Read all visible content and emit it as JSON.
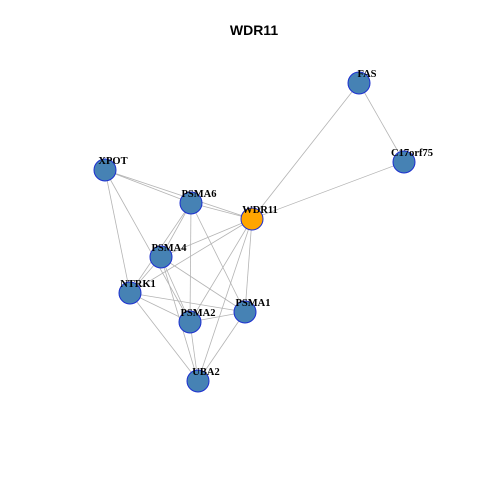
{
  "title": "WDR11",
  "colors": {
    "node_fill": "#4682b4",
    "focus_fill": "#ffa500",
    "node_stroke": "#1c2fd0",
    "edge": "#b4b4b4"
  },
  "nodes": [
    {
      "id": "FAS",
      "label": "FAS",
      "focus": false
    },
    {
      "id": "C17orf75",
      "label": "C17orf75",
      "focus": false
    },
    {
      "id": "XPOT",
      "label": "XPOT",
      "focus": false
    },
    {
      "id": "PSMA6",
      "label": "PSMA6",
      "focus": false
    },
    {
      "id": "WDR11",
      "label": "WDR11",
      "focus": true
    },
    {
      "id": "PSMA4",
      "label": "PSMA4",
      "focus": false
    },
    {
      "id": "NTRK1",
      "label": "NTRK1",
      "focus": false
    },
    {
      "id": "PSMA1",
      "label": "PSMA1",
      "focus": false
    },
    {
      "id": "PSMA2",
      "label": "PSMA2",
      "focus": false
    },
    {
      "id": "UBA2",
      "label": "UBA2",
      "focus": false
    }
  ],
  "edges": [
    [
      "FAS",
      "C17orf75"
    ],
    [
      "FAS",
      "WDR11"
    ],
    [
      "C17orf75",
      "WDR11"
    ],
    [
      "XPOT",
      "PSMA6"
    ],
    [
      "XPOT",
      "WDR11"
    ],
    [
      "XPOT",
      "NTRK1"
    ],
    [
      "XPOT",
      "PSMA2"
    ],
    [
      "PSMA6",
      "WDR11"
    ],
    [
      "PSMA6",
      "PSMA4"
    ],
    [
      "PSMA6",
      "NTRK1"
    ],
    [
      "PSMA6",
      "PSMA1"
    ],
    [
      "PSMA6",
      "PSMA2"
    ],
    [
      "WDR11",
      "PSMA4"
    ],
    [
      "WDR11",
      "NTRK1"
    ],
    [
      "WDR11",
      "PSMA1"
    ],
    [
      "WDR11",
      "PSMA2"
    ],
    [
      "WDR11",
      "UBA2"
    ],
    [
      "PSMA4",
      "NTRK1"
    ],
    [
      "PSMA4",
      "PSMA1"
    ],
    [
      "PSMA4",
      "PSMA2"
    ],
    [
      "PSMA4",
      "UBA2"
    ],
    [
      "NTRK1",
      "PSMA1"
    ],
    [
      "NTRK1",
      "PSMA2"
    ],
    [
      "NTRK1",
      "UBA2"
    ],
    [
      "PSMA2",
      "PSMA1"
    ],
    [
      "PSMA2",
      "UBA2"
    ],
    [
      "PSMA1",
      "UBA2"
    ]
  ]
}
